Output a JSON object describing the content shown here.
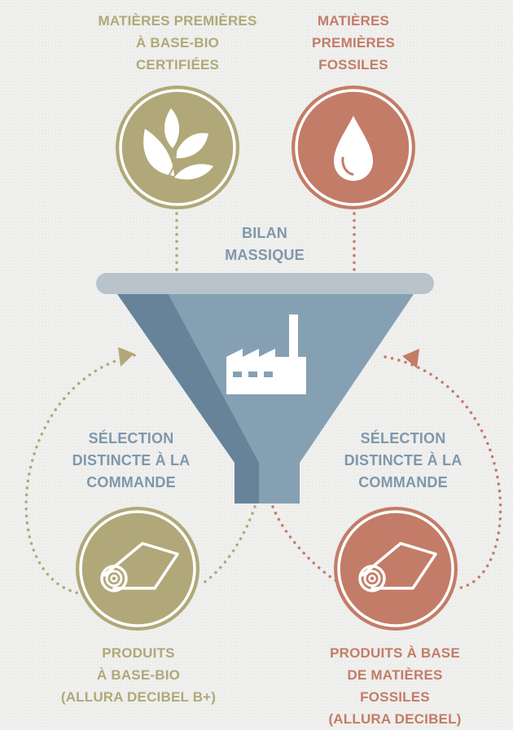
{
  "inputs": {
    "bio": {
      "lines": [
        "MATIÈRES PREMIÈRES",
        "À BASE-BIO",
        "CERTIFIÉES"
      ]
    },
    "fossil": {
      "lines": [
        "MATIÈRES",
        "PREMIÈRES",
        "FOSSILES"
      ]
    }
  },
  "funnel": {
    "lines": [
      "BILAN",
      "MASSIQUE"
    ]
  },
  "selection_left": {
    "lines": [
      "SÉLECTION",
      "DISTINCTE À LA",
      "COMMANDE"
    ]
  },
  "selection_right": {
    "lines": [
      "SÉLECTION",
      "DISTINCTE À LA",
      "COMMANDE"
    ]
  },
  "outputs": {
    "bio": {
      "lines": [
        "PRODUITS",
        "À BASE-BIO",
        "(ALLURA DECIBEL B+)"
      ]
    },
    "fossil": {
      "lines": [
        "PRODUITS À BASE",
        "DE MATIÈRES",
        "FOSSILES",
        "(ALLURA DECIBEL)"
      ]
    }
  },
  "icons": {
    "bio_input": "leaves-icon",
    "fossil_input": "oil-drop-icon",
    "funnel": "factory-icon",
    "bio_output": "carpet-roll-icon",
    "fossil_output": "carpet-roll-icon"
  },
  "colors": {
    "bio": "#b0a878",
    "fossil": "#c37c67",
    "funnel": "#86a0b3",
    "funnel_dark": "#67839a",
    "funnel_rim": "#b9c3cc",
    "label_blue": "#7f97ab"
  }
}
